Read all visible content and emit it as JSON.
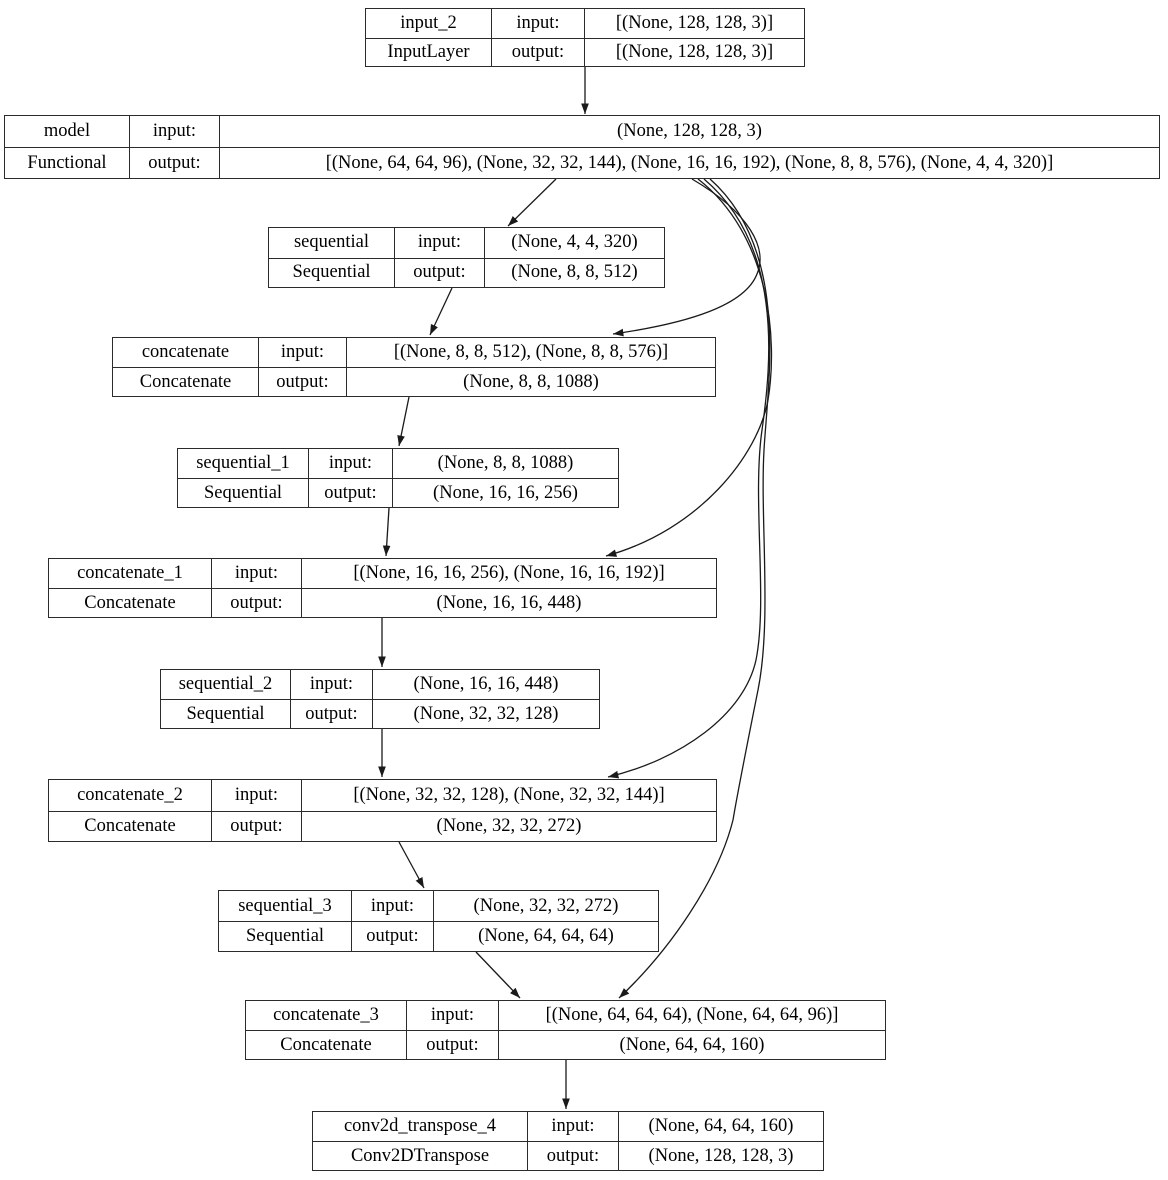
{
  "diagram": {
    "background_color": "#ffffff",
    "node_fill_color": "#ffffff",
    "node_border_color": "#2b2b2b",
    "edge_color": "#1a1a1a",
    "labels": {
      "input": "input:",
      "output": "output:"
    },
    "nodes": [
      {
        "id": "input_2",
        "name": "input_2",
        "type": "InputLayer",
        "input": "[(None, 128, 128, 3)]",
        "output": "[(None, 128, 128, 3)]"
      },
      {
        "id": "model",
        "name": "model",
        "type": "Functional",
        "input": "(None, 128, 128, 3)",
        "output": "[(None, 64, 64, 96), (None, 32, 32, 144), (None, 16, 16, 192), (None, 8, 8, 576), (None, 4, 4, 320)]"
      },
      {
        "id": "sequential",
        "name": "sequential",
        "type": "Sequential",
        "input": "(None, 4, 4, 320)",
        "output": "(None, 8, 8, 512)"
      },
      {
        "id": "concatenate",
        "name": "concatenate",
        "type": "Concatenate",
        "input": "[(None, 8, 8, 512), (None, 8, 8, 576)]",
        "output": "(None, 8, 8, 1088)"
      },
      {
        "id": "sequential_1",
        "name": "sequential_1",
        "type": "Sequential",
        "input": "(None, 8, 8, 1088)",
        "output": "(None, 16, 16, 256)"
      },
      {
        "id": "concatenate_1",
        "name": "concatenate_1",
        "type": "Concatenate",
        "input": "[(None, 16, 16, 256), (None, 16, 16, 192)]",
        "output": "(None, 16, 16, 448)"
      },
      {
        "id": "sequential_2",
        "name": "sequential_2",
        "type": "Sequential",
        "input": "(None, 16, 16, 448)",
        "output": "(None, 32, 32, 128)"
      },
      {
        "id": "concatenate_2",
        "name": "concatenate_2",
        "type": "Concatenate",
        "input": "[(None, 32, 32, 128), (None, 32, 32, 144)]",
        "output": "(None, 32, 32, 272)"
      },
      {
        "id": "sequential_3",
        "name": "sequential_3",
        "type": "Sequential",
        "input": "(None, 32, 32, 272)",
        "output": "(None, 64, 64, 64)"
      },
      {
        "id": "concatenate_3",
        "name": "concatenate_3",
        "type": "Concatenate",
        "input": "[(None, 64, 64, 64), (None, 64, 64, 96)]",
        "output": "(None, 64, 64, 160)"
      },
      {
        "id": "conv2d_transpose_4",
        "name": "conv2d_transpose_4",
        "type": "Conv2DTranspose",
        "input": "(None, 64, 64, 160)",
        "output": "(None, 128, 128, 3)"
      }
    ],
    "edges": [
      {
        "from": "input_2",
        "to": "model"
      },
      {
        "from": "model",
        "to": "sequential"
      },
      {
        "from": "model",
        "to": "concatenate"
      },
      {
        "from": "model",
        "to": "concatenate_1"
      },
      {
        "from": "model",
        "to": "concatenate_2"
      },
      {
        "from": "model",
        "to": "concatenate_3"
      },
      {
        "from": "sequential",
        "to": "concatenate"
      },
      {
        "from": "concatenate",
        "to": "sequential_1"
      },
      {
        "from": "sequential_1",
        "to": "concatenate_1"
      },
      {
        "from": "concatenate_1",
        "to": "sequential_2"
      },
      {
        "from": "sequential_2",
        "to": "concatenate_2"
      },
      {
        "from": "concatenate_2",
        "to": "sequential_3"
      },
      {
        "from": "sequential_3",
        "to": "concatenate_3"
      },
      {
        "from": "concatenate_3",
        "to": "conv2d_transpose_4"
      }
    ]
  }
}
